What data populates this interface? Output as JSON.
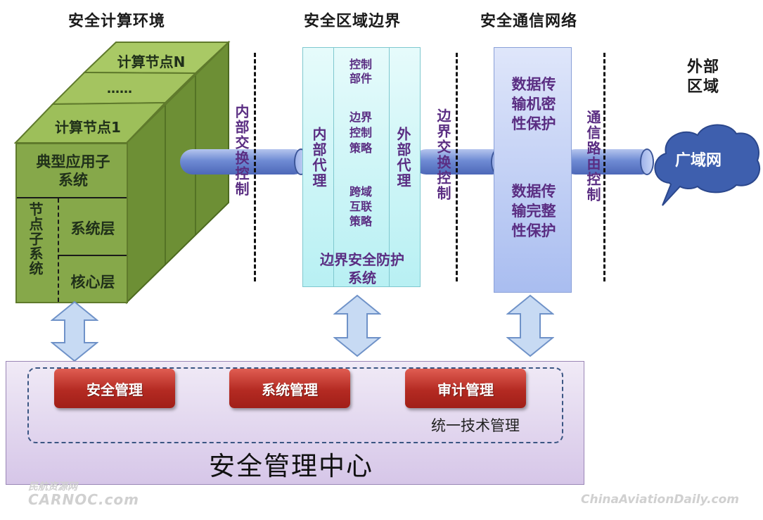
{
  "titles": {
    "compute_env": "安全计算环境",
    "region_boundary": "安全区域边界",
    "comm_network": "安全通信网络",
    "external_region": "外部区域"
  },
  "cube": {
    "node_n": "计算节点N",
    "ellipsis": "……",
    "node_1": "计算节点1",
    "app_subsystem": "典型应用子系统",
    "node_subsystem": "节点子系统",
    "system_layer": "系统层",
    "core_layer": "核心层"
  },
  "exchange": {
    "internal": "内部交换控制",
    "border": "边界交换控制",
    "comm_routing": "通信路由控制"
  },
  "boundary_box": {
    "inner_proxy": "内部代理",
    "outer_proxy": "外部代理",
    "control_part": "控制部件",
    "border_policy": "边界控制策略",
    "cross_domain": "跨域互联策略",
    "system_name": "边界安全防护系统"
  },
  "network_box": {
    "confidentiality": "数据传输机密性保护",
    "integrity": "数据传输完整性保护"
  },
  "wan": "广域网",
  "management": {
    "center": "安全管理中心",
    "unified": "统一技术管理",
    "buttons": [
      "安全管理",
      "系统管理",
      "审计管理"
    ]
  },
  "watermarks": {
    "left_top": "民航资源网",
    "left_bottom": "CARNOC.com",
    "right": "ChinaAviationDaily.com"
  },
  "colors": {
    "cube_green": "#86a84a",
    "boundary_cyan": "#b8f0f3",
    "network_blue": "#a9bdf0",
    "pipe_blue": "#6f8bd4",
    "button_red": "#b42a22",
    "mgmt_purple": "#d6c6e8",
    "label_purple": "#5a2d82"
  }
}
